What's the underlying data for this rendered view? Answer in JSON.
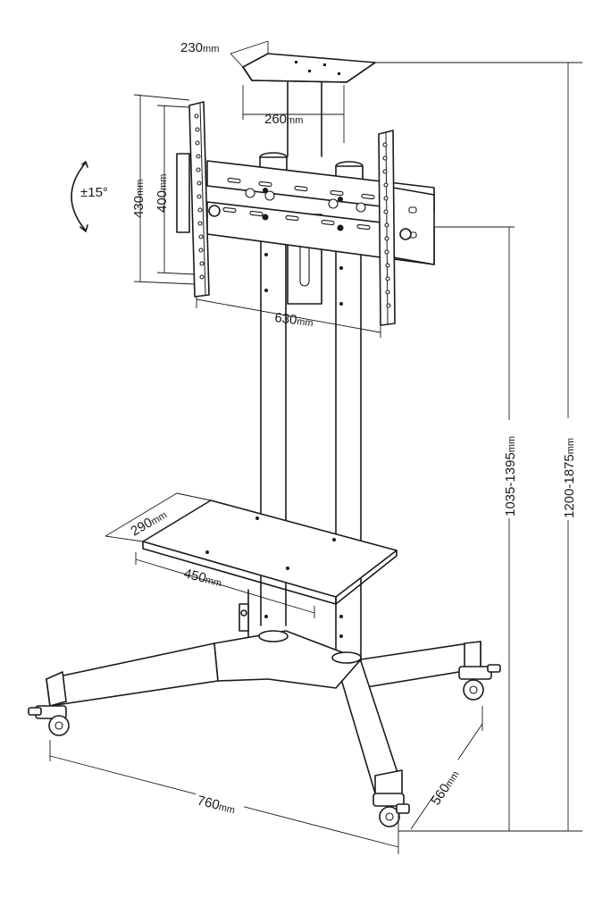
{
  "dimensions": {
    "top_tray_depth": {
      "value": "230",
      "unit": "mm"
    },
    "top_tray_width": {
      "value": "260",
      "unit": "mm"
    },
    "tilt": {
      "value": "±15°"
    },
    "bracket_outer_height": {
      "value": "430",
      "unit": "mm"
    },
    "bracket_inner_height": {
      "value": "400",
      "unit": "mm"
    },
    "bracket_width": {
      "value": "630",
      "unit": "mm"
    },
    "shelf_depth": {
      "value": "290",
      "unit": "mm"
    },
    "shelf_width": {
      "value": "450",
      "unit": "mm"
    },
    "center_height": {
      "value": "1035-1395",
      "unit": "mm"
    },
    "total_height": {
      "value": "1200-1875",
      "unit": "mm"
    },
    "base_width": {
      "value": "760",
      "unit": "mm"
    },
    "base_depth": {
      "value": "560",
      "unit": "mm"
    }
  }
}
